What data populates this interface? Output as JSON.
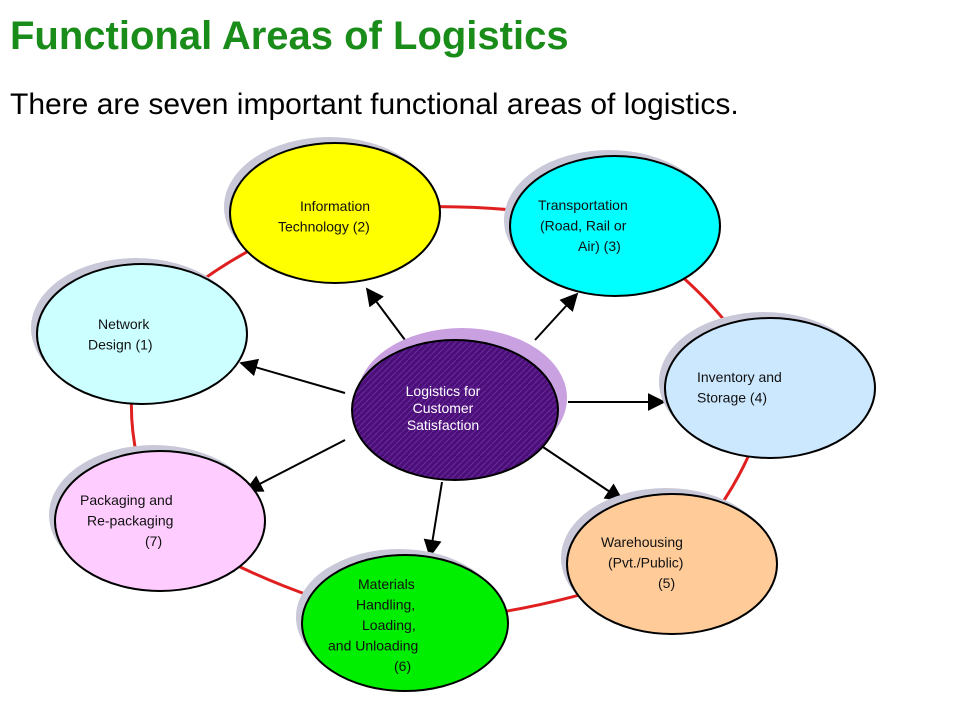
{
  "title": "Functional Areas of Logistics",
  "subtitle": "There are seven important functional areas of logistics.",
  "colors": {
    "title": "#1a8c1a",
    "ring": "#e02020",
    "hub": "#4b0f7a",
    "hub_shadow": "#c9a0e0"
  },
  "hub": {
    "lines": [
      "Logistics for",
      "Customer",
      "Satisfaction"
    ]
  },
  "nodes": [
    {
      "id": "information-technology",
      "lines": [
        "Information",
        "Technology (2)"
      ],
      "color": "#ffff00"
    },
    {
      "id": "transportation",
      "lines": [
        "Transportation",
        "(Road, Rail or",
        "Air) (3)"
      ],
      "color": "#00ffff"
    },
    {
      "id": "network-design",
      "lines": [
        "Network",
        "Design (1)"
      ],
      "color": "#ccffff"
    },
    {
      "id": "inventory-storage",
      "lines": [
        "Inventory and",
        "Storage (4)"
      ],
      "color": "#cce8ff"
    },
    {
      "id": "packaging",
      "lines": [
        "Packaging and",
        "Re-packaging",
        "(7)"
      ],
      "color": "#ffccff"
    },
    {
      "id": "warehousing",
      "lines": [
        "Warehousing",
        "(Pvt./Public)",
        "(5)"
      ],
      "color": "#ffcc99"
    },
    {
      "id": "materials-handling",
      "lines": [
        "Materials",
        "Handling,",
        "Loading,",
        "and Unloading",
        "(6)"
      ],
      "color": "#00ee00"
    }
  ]
}
